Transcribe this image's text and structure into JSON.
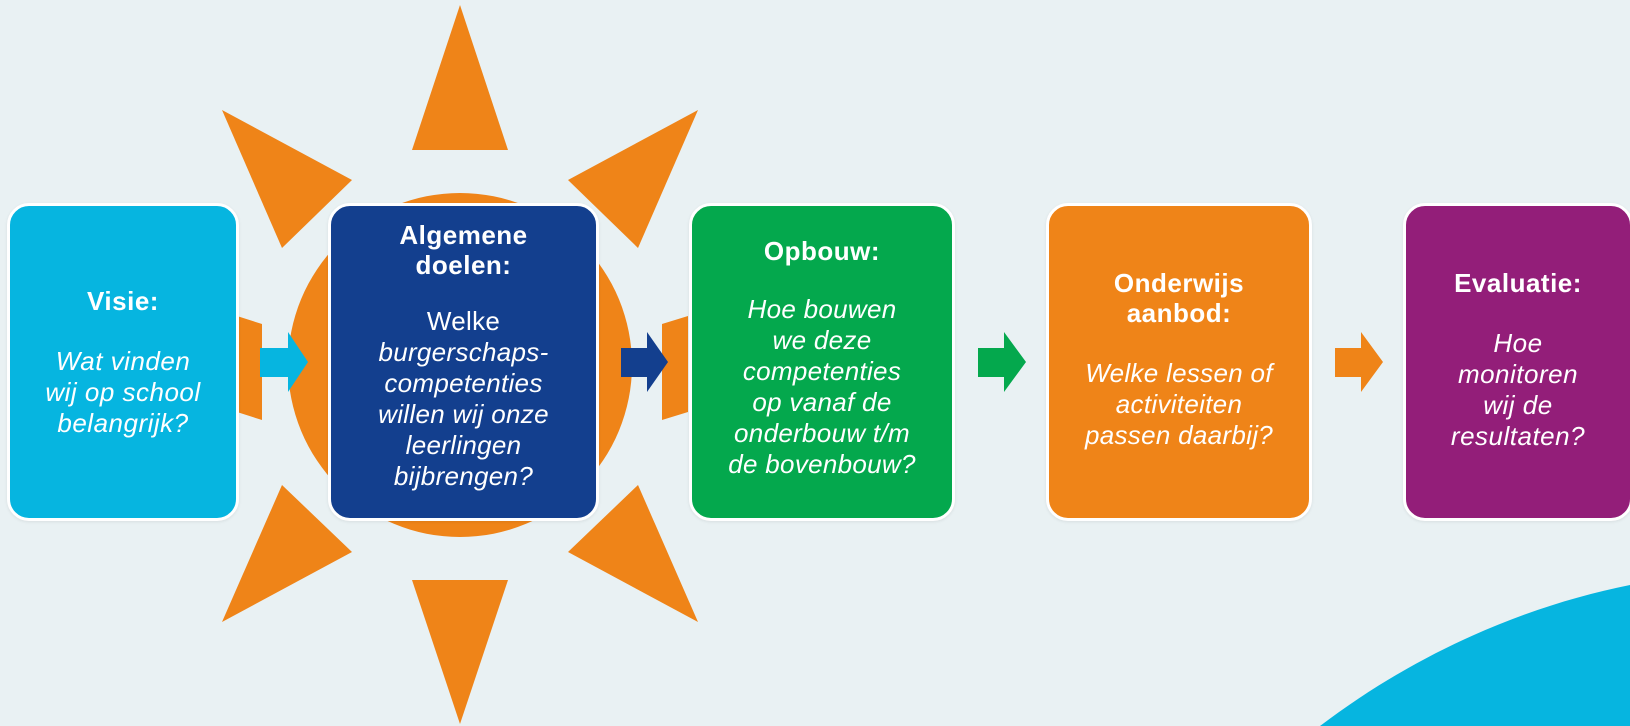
{
  "colors": {
    "background": "#e9f1f3",
    "sun": "#ef8418",
    "visie": "#06b5e0",
    "doelen": "#133f8e",
    "opbouw": "#04a84d",
    "aanbod": "#ef8418",
    "evaluatie": "#931e79",
    "corner_wave": "#06b5e0"
  },
  "decoration": "sun-icon",
  "steps": [
    {
      "title": "Visie:",
      "lines": [
        "Wat vinden",
        "wij op school",
        "belangrijk?"
      ]
    },
    {
      "title_lines": [
        "Algemene",
        "doelen:"
      ],
      "plain": "Welke",
      "lines": [
        "burgerschaps-",
        "competenties",
        "willen wij onze",
        "leerlingen",
        "bijbrengen?"
      ]
    },
    {
      "title": "Opbouw:",
      "lines": [
        "Hoe bouwen",
        "we deze",
        "competenties",
        "op vanaf de",
        "onderbouw t/m",
        "de bovenbouw?"
      ]
    },
    {
      "title_lines": [
        "Onderwijs",
        "aanbod:"
      ],
      "lines": [
        "Welke lessen of",
        "activiteiten",
        "passen daarbij?"
      ]
    },
    {
      "title": "Evaluatie:",
      "lines": [
        "Hoe",
        "monitoren",
        "wij de",
        "resultaten?"
      ]
    }
  ],
  "connectors": [
    "arrow-right-icon",
    "arrow-right-icon",
    "arrow-right-icon",
    "arrow-right-icon"
  ]
}
